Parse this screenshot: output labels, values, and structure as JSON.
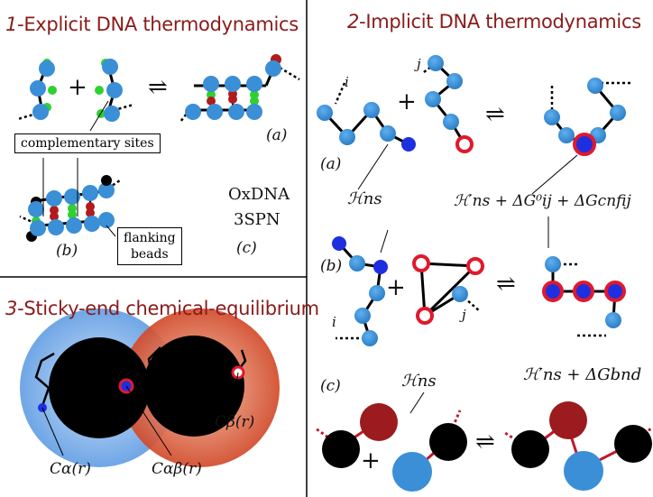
{
  "colors": {
    "title": "#8b1a1a",
    "blue_bead": "#3a8fd6",
    "green_site": "#2fd12f",
    "red_site": "#b11b1b",
    "dark_blue": "#1e2fe0",
    "red_ring": "#e0192e",
    "dark_red": "#9b1b1f",
    "black": "#000000",
    "halo_blue": "#7fb2e8",
    "halo_red": "#d9543a"
  },
  "panel1": {
    "title_num": "1",
    "title_text": "-Explicit DNA thermodynamics",
    "plus": "+",
    "equilibrium": "⇌",
    "label_a": "(a)",
    "label_b": "(b)",
    "label_c": "(c)",
    "complementary_sites": "complementary sites",
    "flanking_line1": "flanking",
    "flanking_line2": "beads",
    "model1": "OxDNA",
    "model2": "3SPN"
  },
  "panel2": {
    "title_num": "2",
    "title_text": "-Implicit DNA thermodynamics",
    "label_i": "i",
    "label_j": "j",
    "label_a": "(a)",
    "label_b": "(b)",
    "label_c": "(c)",
    "plus": "+",
    "equilibrium": "⇌",
    "H_ns_a": "ℋns",
    "H_ns_c": "ℋns",
    "expr_a": "ℋ′ns + ΔG⁰ij + ΔGcnfij",
    "expr_c": "ℋ′ns + ΔGbnd"
  },
  "panel3": {
    "title_num": "3",
    "title_text": "-Sticky-end chemical-equilibrium",
    "C_alpha": "Cα(r)",
    "C_alphabeta": "Cαβ(r)",
    "C_beta": "Cβ(r)"
  }
}
